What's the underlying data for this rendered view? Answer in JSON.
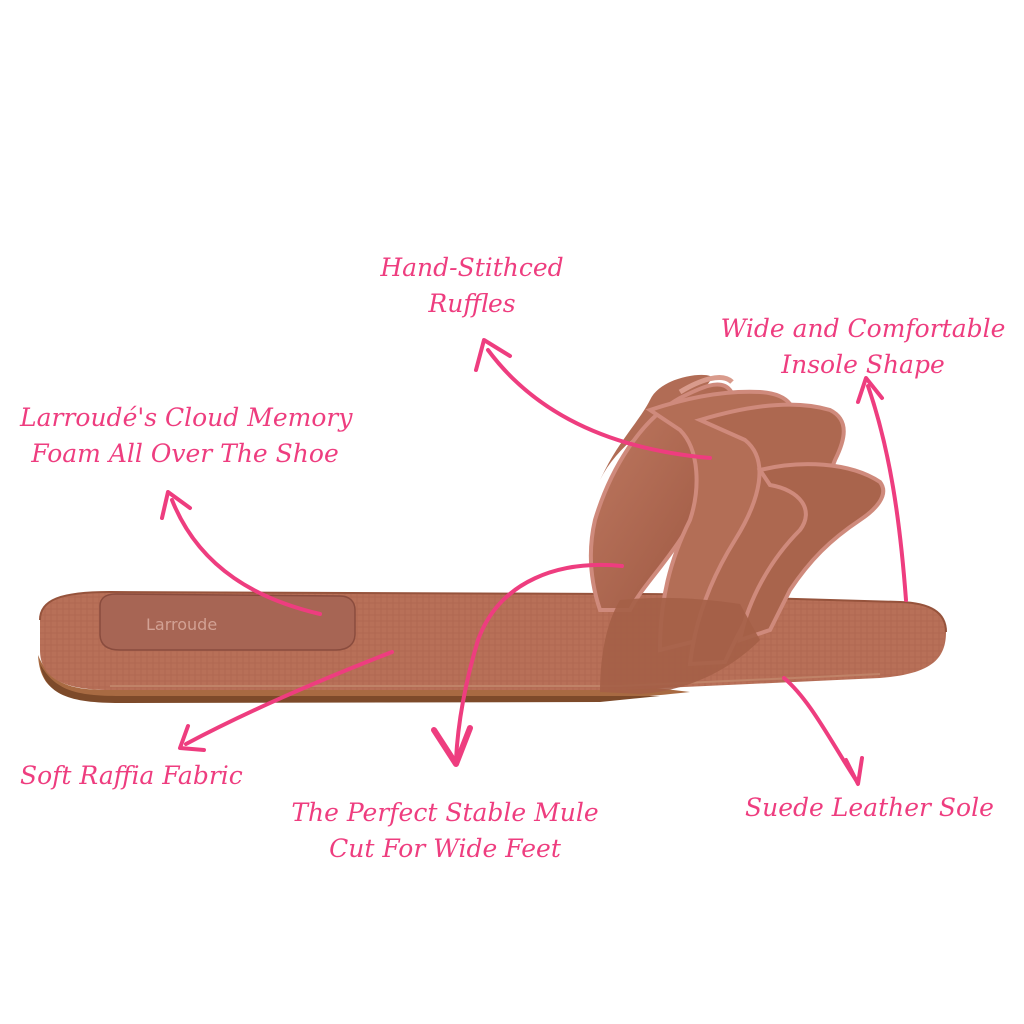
{
  "colors": {
    "annotation": "#ee3d7f",
    "raffia": "#b87058",
    "raffia_dark": "#8f4d38",
    "ruffle_edge": "#cf8a7c",
    "sole_leather": "#a86a42",
    "background": "#ffffff"
  },
  "brand_mark": "Larroude",
  "annotations": {
    "ruffles": [
      "Hand-Stithced",
      "Ruffles"
    ],
    "insole": [
      "Wide and Comfortable",
      "Insole Shape"
    ],
    "foam": [
      "Larroudé's Cloud Memory",
      "Foam All Over The Shoe"
    ],
    "raffia": [
      "Soft Raffia Fabric"
    ],
    "mule": [
      "The Perfect Stable Mule",
      "Cut For Wide Feet"
    ],
    "sole": [
      "Suede Leather Sole"
    ]
  }
}
